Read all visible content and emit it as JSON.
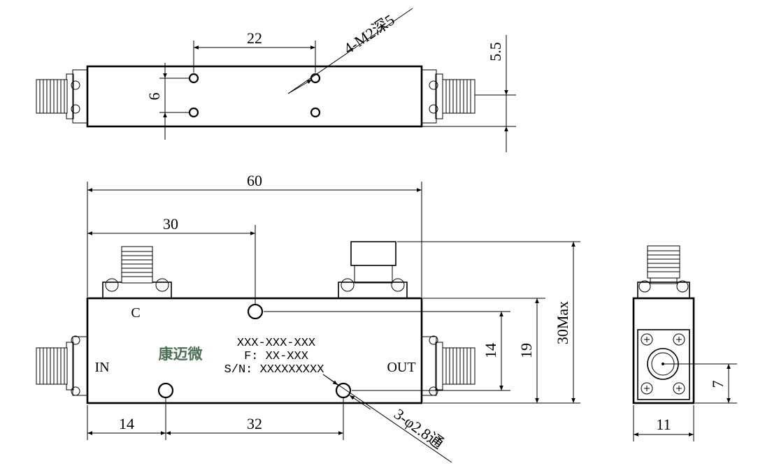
{
  "top_view": {
    "dim_hole_spacing": "22",
    "dim_row_spacing": "6",
    "dim_edge_offset": "5.5",
    "callout_tapped_holes": "4-M2深5"
  },
  "front_view": {
    "dim_length": "60",
    "dim_coupled_port_pos": "30",
    "dim_hole_left": "14",
    "dim_hole_pitch": "32",
    "dim_hole_height": "14",
    "dim_body_height": "19",
    "dim_total_height": "30Max",
    "callout_through_holes": "3-φ2.8通",
    "port_coupled": "C",
    "port_in": "IN",
    "port_out": "OUT",
    "logo_text": "康迈微",
    "model_line": "XXX-XXX-XXX",
    "freq_line": "F: XX-XXX",
    "serial_line": "S/N: XXXXXXXXX"
  },
  "side_view": {
    "dim_width": "11",
    "dim_connector_height": "7"
  },
  "colors": {
    "line": "#000000",
    "logo": "#4e6e58",
    "background": "#ffffff"
  }
}
